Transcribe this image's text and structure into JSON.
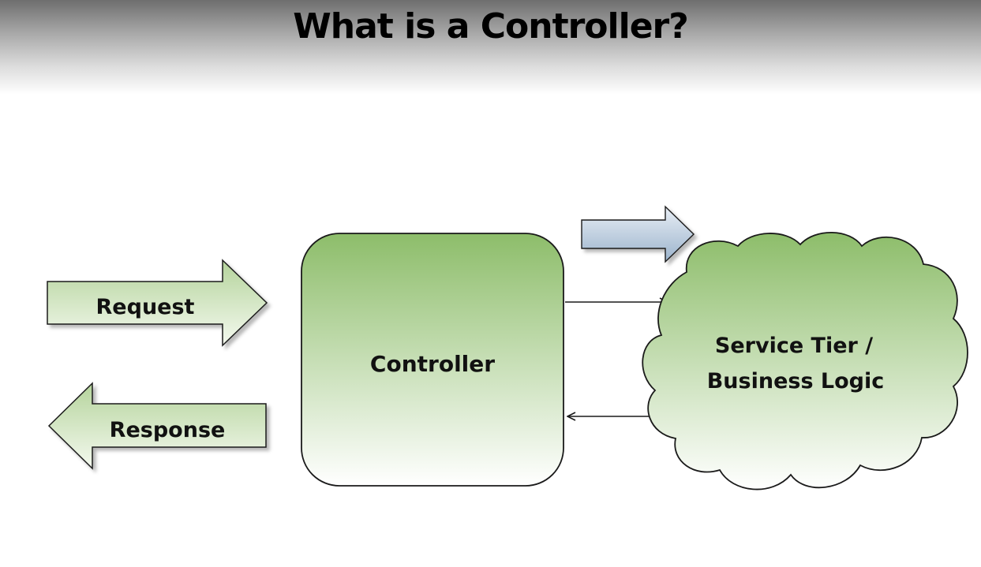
{
  "slide": {
    "title": "What is a Controller?"
  },
  "diagram": {
    "request_label": "Request",
    "response_label": "Response",
    "controller_label": "Controller",
    "service_label_line1": "Service Tier /",
    "service_label_line2": "Business Logic"
  },
  "colors": {
    "green_dark": "#8dbd6a",
    "green_light": "#ffffff",
    "blue_dark": "#9bb3cc",
    "blue_light": "#e8eef5",
    "outline": "#1a1a1a"
  }
}
